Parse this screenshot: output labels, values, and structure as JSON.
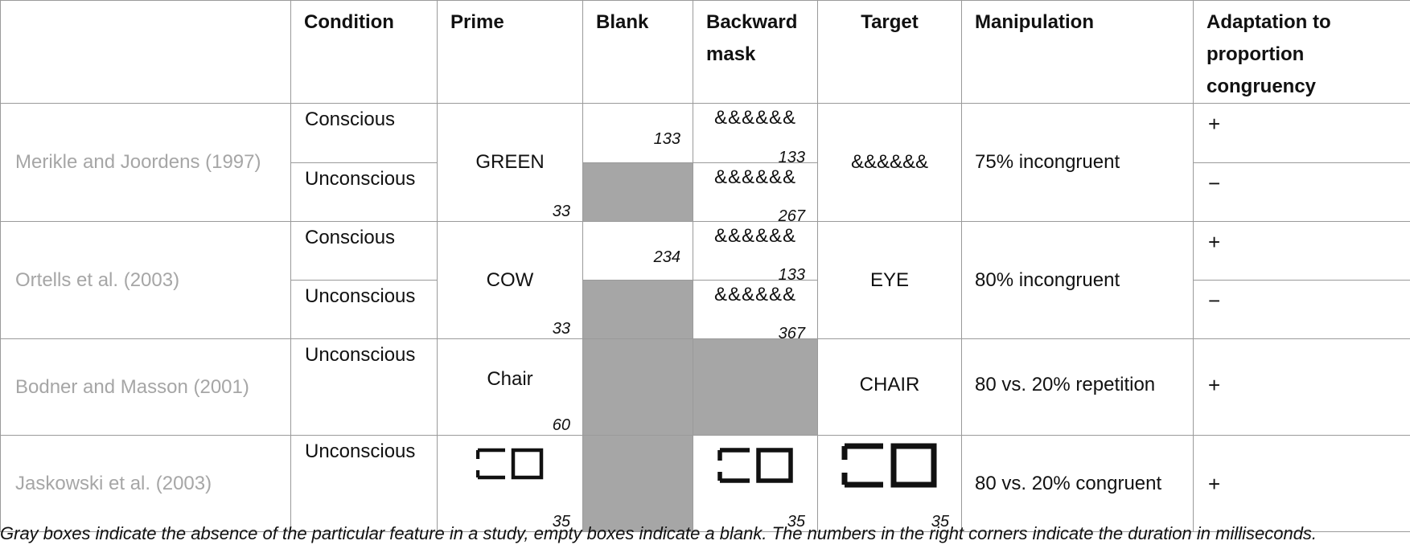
{
  "headers": {
    "study": "",
    "condition": "Condition",
    "prime": "Prime",
    "blank": "Blank",
    "backward_mask": "Backward mask",
    "target": "Target",
    "manipulation": "Manipulation",
    "adaptation": "Adaptation to proportion congruency"
  },
  "rows": {
    "merikle": {
      "study": "Merikle and Joordens (1997)",
      "conscious": {
        "condition": "Conscious",
        "blank_duration": "133",
        "mask": "&&&&&&",
        "mask_duration": "133",
        "adaptation": "+"
      },
      "unconscious": {
        "condition": "Unconscious",
        "mask": "&&&&&&",
        "mask_duration": "267",
        "adaptation": "−"
      },
      "prime": "GREEN",
      "prime_duration": "33",
      "target": "&&&&&&",
      "manipulation": "75% incongruent"
    },
    "ortells": {
      "study": "Ortells et al. (2003)",
      "conscious": {
        "condition": "Conscious",
        "blank_duration": "234",
        "mask": "&&&&&&",
        "mask_duration": "133",
        "adaptation": "+"
      },
      "unconscious": {
        "condition": "Unconscious",
        "mask": "&&&&&&",
        "mask_duration": "367",
        "adaptation": "−"
      },
      "prime": "COW",
      "prime_duration": "33",
      "target": "EYE",
      "manipulation": "80% incongruent"
    },
    "bodner": {
      "study": "Bodner and Masson (2001)",
      "condition": "Unconscious",
      "prime": "Chair",
      "prime_duration": "60",
      "target": "CHAIR",
      "manipulation": "80 vs. 20% repetition",
      "adaptation": "+"
    },
    "jaskowski": {
      "study": "Jaskowski et al. (2003)",
      "condition": "Unconscious",
      "prime_icon": "bracket-square-stimulus-icon",
      "prime_duration": "35",
      "mask_icon": "bracket-square-stimulus-icon",
      "mask_duration": "35",
      "target_icon": "bracket-square-stimulus-icon",
      "target_duration": "35",
      "manipulation": "80 vs. 20% congruent",
      "adaptation": "+"
    }
  },
  "caption": "Gray boxes indicate the absence of the particular feature in a study, empty boxes indicate a blank. The numbers in the right corners indicate the duration in milliseconds.",
  "colors": {
    "gray_box": "#a6a6a6",
    "study_text": "#a6a6a6",
    "border": "#9a9a9a"
  }
}
